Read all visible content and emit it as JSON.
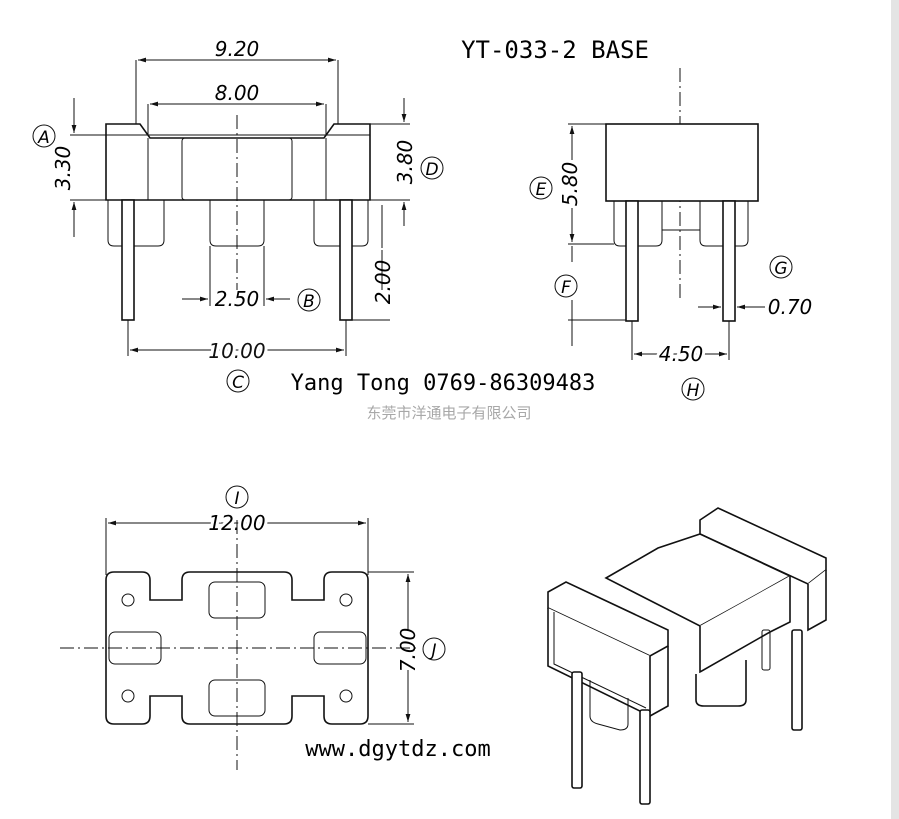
{
  "title": "YT-033-2 BASE",
  "company_contact": "Yang Tong 0769-86309483",
  "company_name_cn": "东莞市洋通电子有限公司",
  "website": "www.dgytdz.com",
  "dimensions": {
    "overall_width_top": "9.20",
    "inner_width": "8.00",
    "flange_height": "3.30",
    "body_height": "3.80",
    "pin_pitch": "2.50",
    "pin_exposed": "2.00",
    "pin_span": "10.00",
    "side_height": "5.80",
    "pin_diameter": "0.70",
    "side_pin_span": "4.50",
    "plan_width": "12.00",
    "plan_depth": "7.00"
  },
  "labels": {
    "A": "A",
    "B": "B",
    "C": "C",
    "D": "D",
    "E": "E",
    "F": "F",
    "G": "G",
    "H": "H",
    "I": "I",
    "J": "J"
  },
  "colors": {
    "line": "#111111",
    "watermark": "#a8a8a8",
    "background": "#ffffff"
  }
}
